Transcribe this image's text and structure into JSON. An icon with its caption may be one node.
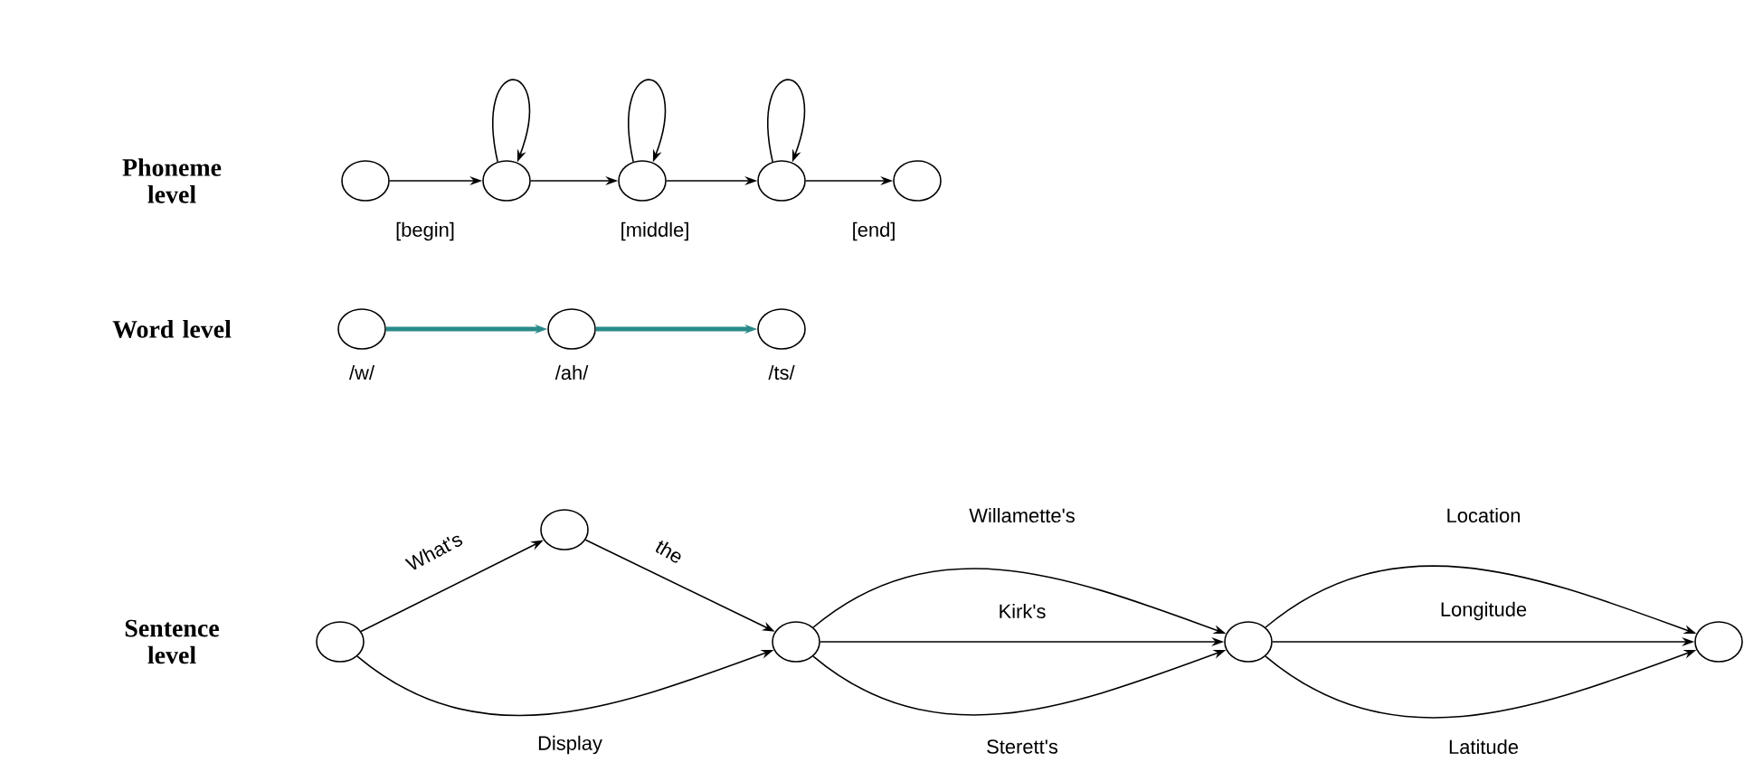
{
  "diagram": {
    "nodes": [
      {
        "text": [],
        "shape": "circle"
      },
      {
        "text": [],
        "shape": "circle"
      },
      {
        "text": [],
        "shape": "circle"
      },
      {
        "text": [],
        "shape": "circle"
      },
      {
        "text": [],
        "shape": "circle"
      },
      {
        "text": [],
        "shape": "circle",
        "beside": [
          "/w/"
        ]
      },
      {
        "text": [],
        "shape": "circle",
        "beside": [
          "/ah/"
        ]
      },
      {
        "text": [],
        "shape": "circle",
        "beside": [
          "/ts/"
        ]
      },
      {
        "text": [],
        "shape": "circle"
      },
      {
        "text": [],
        "shape": "circle"
      },
      {
        "text": [],
        "shape": "circle"
      },
      {
        "text": [],
        "shape": "circle"
      },
      {
        "text": [],
        "shape": "circle"
      }
    ],
    "edges": [
      {
        "from": 0,
        "to": 1,
        "arrow": "to"
      },
      {
        "from": 1,
        "to": 1,
        "arrow": "to"
      },
      {
        "from": 1,
        "to": 2,
        "arrow": "to"
      },
      {
        "from": 2,
        "to": 2,
        "arrow": "to"
      },
      {
        "from": 2,
        "to": 3,
        "arrow": "to"
      },
      {
        "from": 3,
        "to": 3,
        "arrow": "to"
      },
      {
        "from": 3,
        "to": 4,
        "arrow": "to"
      },
      {
        "from": 5,
        "to": 6,
        "arrow": "to",
        "style": "thick",
        "color": "#2a8a8a"
      },
      {
        "from": 6,
        "to": 7,
        "arrow": "to",
        "style": "thick",
        "color": "#2a8a8a"
      },
      {
        "from": 8,
        "to": 9,
        "arrow": "to",
        "label": "What's"
      },
      {
        "from": 9,
        "to": 10,
        "arrow": "to",
        "label": "the"
      },
      {
        "from": 8,
        "to": 10,
        "arrow": "to",
        "label": "Display"
      },
      {
        "from": 10,
        "to": 11,
        "arrow": "to",
        "label": "Willamette's"
      },
      {
        "from": 10,
        "to": 11,
        "arrow": "to",
        "label": "Kirk's"
      },
      {
        "from": 10,
        "to": 11,
        "arrow": "to",
        "label": "Sterett's"
      },
      {
        "from": 11,
        "to": 12,
        "arrow": "to",
        "label": "Location"
      },
      {
        "from": 11,
        "to": 12,
        "arrow": "to",
        "label": "Longitude"
      },
      {
        "from": 11,
        "to": 12,
        "arrow": "to",
        "label": "Latitude"
      }
    ],
    "labels": [
      "Phoneme level",
      "[begin]",
      "[middle]",
      "[end]",
      "Word level",
      "Sentence level"
    ]
  }
}
